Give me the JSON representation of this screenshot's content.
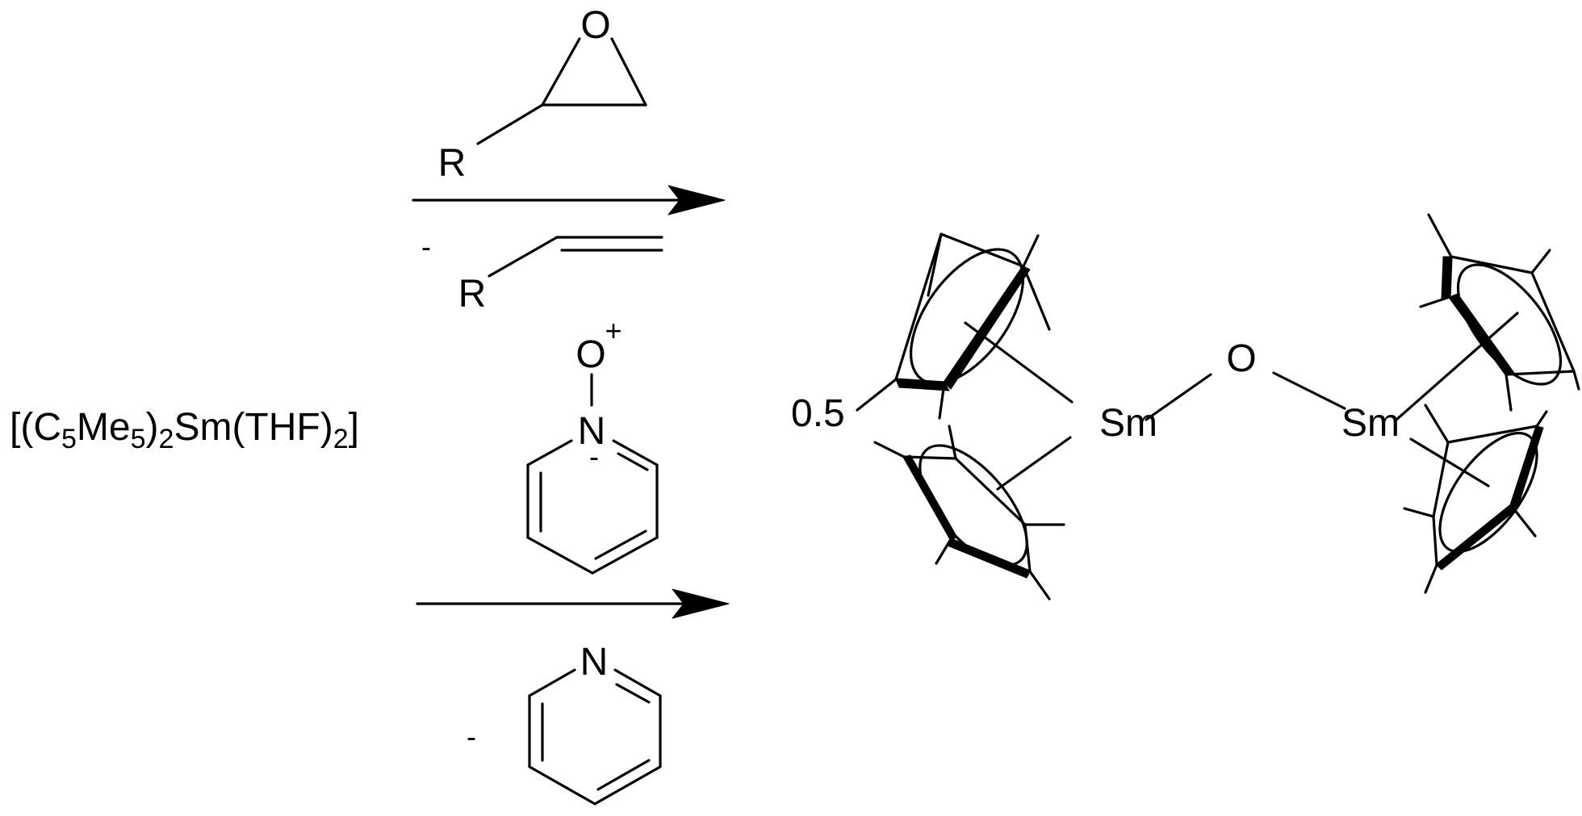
{
  "reactant": {
    "bracket_open": "[(",
    "c": "C",
    "c_count": "5",
    "me": "Me",
    "me_count": "5",
    "close_paren": ")",
    "ligand_count": "2",
    "metal": "Sm",
    "thf": "(THF)",
    "thf_count": "2",
    "bracket_close": "]"
  },
  "route1": {
    "reagent_atom": "O",
    "reagent_substituent": "R",
    "byproduct_sign": "-",
    "byproduct_substituent": "R"
  },
  "route2": {
    "oxygen": "O",
    "oxygen_charge": "+",
    "nitrogen": "N",
    "nitrogen_charge": "-",
    "byproduct_sign": "-",
    "byproduct_nitrogen": "N"
  },
  "product": {
    "coefficient": "0.5",
    "metal_left": "Sm",
    "bridge": "O",
    "metal_right": "Sm"
  },
  "colors": {
    "ink": "#000000",
    "background": "#ffffff"
  }
}
